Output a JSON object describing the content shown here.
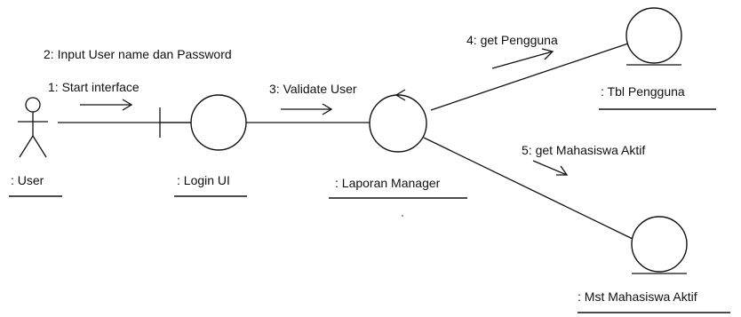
{
  "objects": {
    "user": ": User",
    "login_ui": ": Login UI",
    "laporan_manager": ": Laporan Manager",
    "tbl_pengguna": ": Tbl Pengguna",
    "mst_mahasiswa_aktif": ": Mst Mahasiswa Aktif"
  },
  "messages": {
    "m1": "1: Start interface",
    "m2": "2: Input User name dan Password",
    "m3": "3: Validate User",
    "m4": "4: get Pengguna",
    "m5": "5: get Mahasiswa Aktif"
  }
}
